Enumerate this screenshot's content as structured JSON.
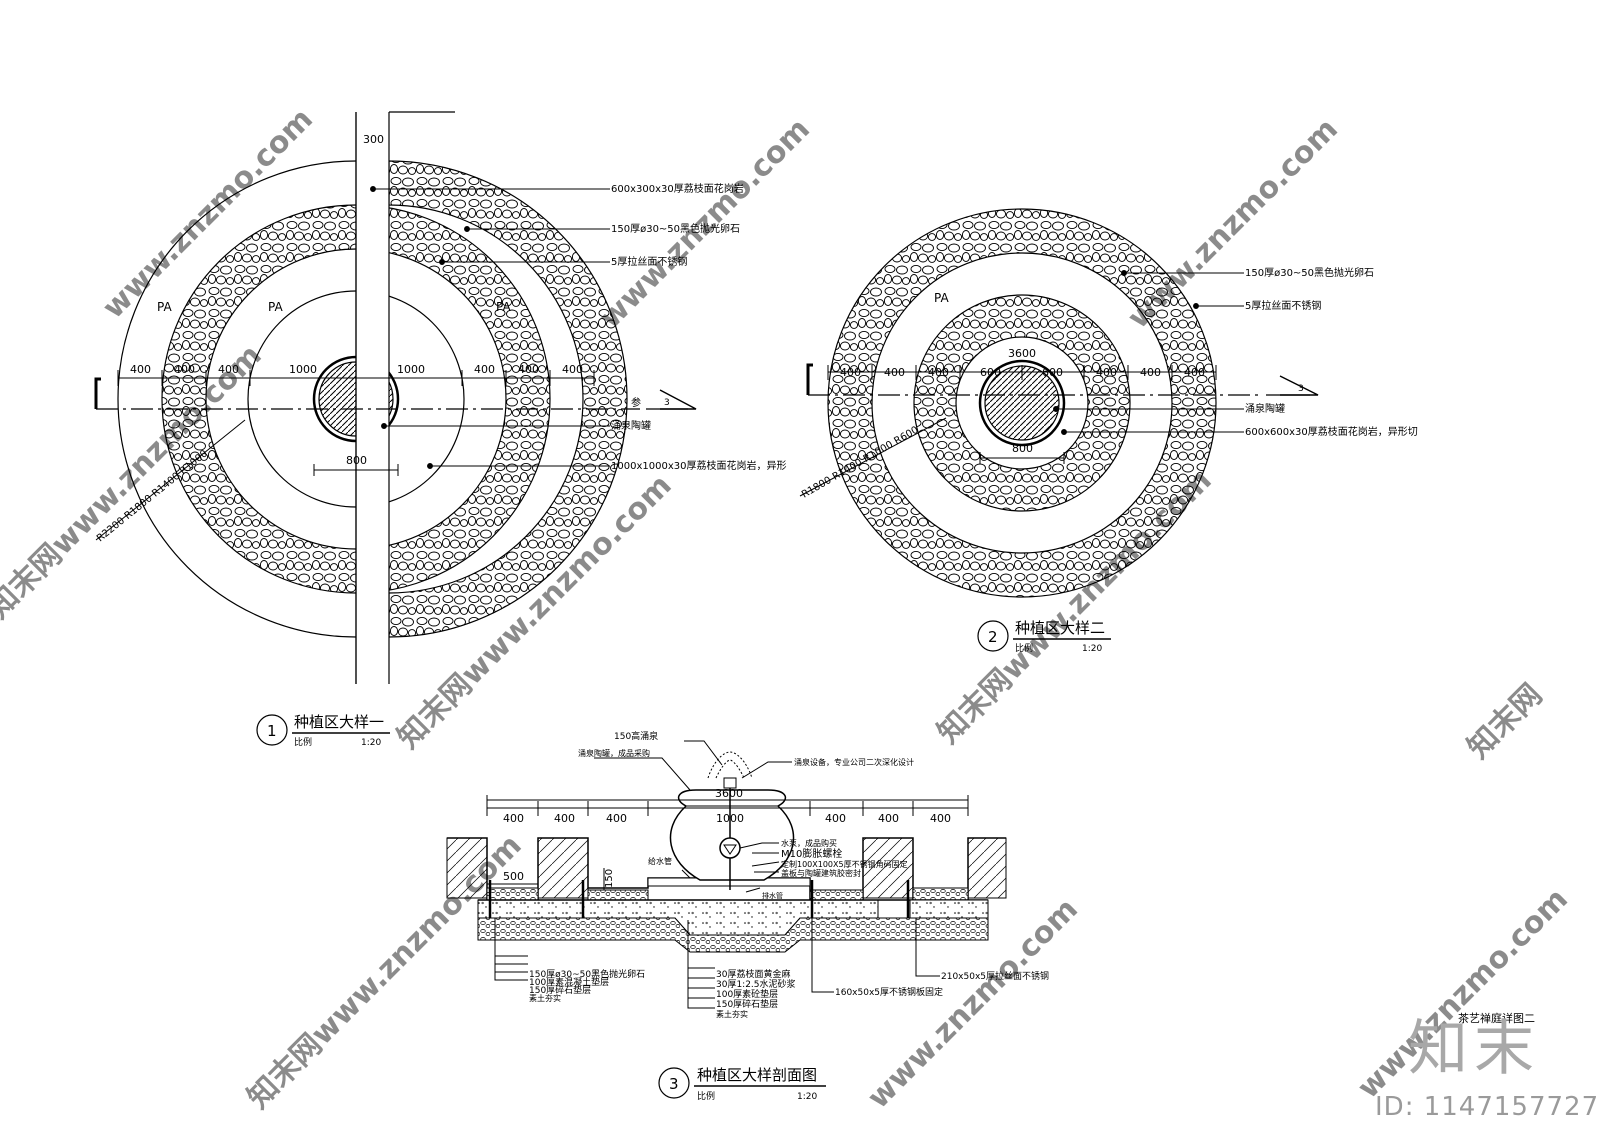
{
  "sheet_title": "茶艺禅庭详图二",
  "brand": {
    "logo": "知末",
    "id": "ID: 1147157727"
  },
  "watermarks": [
    "www.znzmo.com",
    "知末网",
    "知末网www.znzmo.com"
  ],
  "d1": {
    "number": "1",
    "title": "种植区大样一",
    "scale_label": "比例",
    "scale": "1:20",
    "top_dim": "300",
    "dims": [
      "400",
      "400",
      "400",
      "1000",
      "1000",
      "400",
      "400",
      "400"
    ],
    "pa": [
      "PA",
      "PA",
      "PA"
    ],
    "radii": "R2200  R1800  R1400  R1000",
    "width_dim": "800",
    "section_mark": "参",
    "section_num": "3",
    "labels": [
      "600x300x30厚荔枝面花岗岩",
      "150厚ø30~50黑色抛光卵石",
      "5厚拉丝面不锈钢",
      "涌泉陶罐",
      "1000x1000x30厚荔枝面花岗岩，异形"
    ]
  },
  "d2": {
    "number": "2",
    "title": "种植区大样二",
    "scale_label": "比例",
    "scale": "1:20",
    "total_dim": "3600",
    "dims": [
      "400",
      "400",
      "400",
      "600",
      "600",
      "400",
      "400",
      "400"
    ],
    "pa": "PA",
    "radii": "R1800  R1400  R1000  R600",
    "width_dim": "800",
    "section_num": "3",
    "labels": [
      "150厚ø30~50黑色抛光卵石",
      "5厚拉丝面不锈钢",
      "涌泉陶罐",
      "600x600x30厚荔枝面花岗岩，异形切"
    ]
  },
  "d3": {
    "number": "3",
    "title": "种植区大样剖面图",
    "scale_label": "比例",
    "scale": "1:20",
    "total_dim": "3600",
    "dims": [
      "400",
      "400",
      "400",
      "1000",
      "400",
      "400",
      "400"
    ],
    "dim_500": "500",
    "dim_150": "150",
    "top_labels": [
      "150高涌泉",
      "涌泉陶罐，成品采购",
      "涌泉设备，专业公司二次深化设计"
    ],
    "right_labels": [
      "水泵，成品购买",
      "M10膨胀螺栓",
      "定制100X100X5厚不锈钢角码固定",
      "盖板与陶罐建筑胶密封"
    ],
    "pipe_labels": [
      "给水管",
      "排水管"
    ],
    "left_stack": [
      "150厚ø30~50黑色抛光卵石",
      "100厚素混凝土垫层",
      "150厚碎石垫层",
      "素土夯实"
    ],
    "mid_stack": [
      "30厚荔枝面黄金麻",
      "30厚1:2.5水泥砂浆",
      "100厚素砼垫层",
      "150厚碎石垫层",
      "素土夯实"
    ],
    "bottom_labels": [
      "160x50x5厚不锈钢板固定",
      "210x50x5厚拉丝面不锈钢"
    ]
  }
}
